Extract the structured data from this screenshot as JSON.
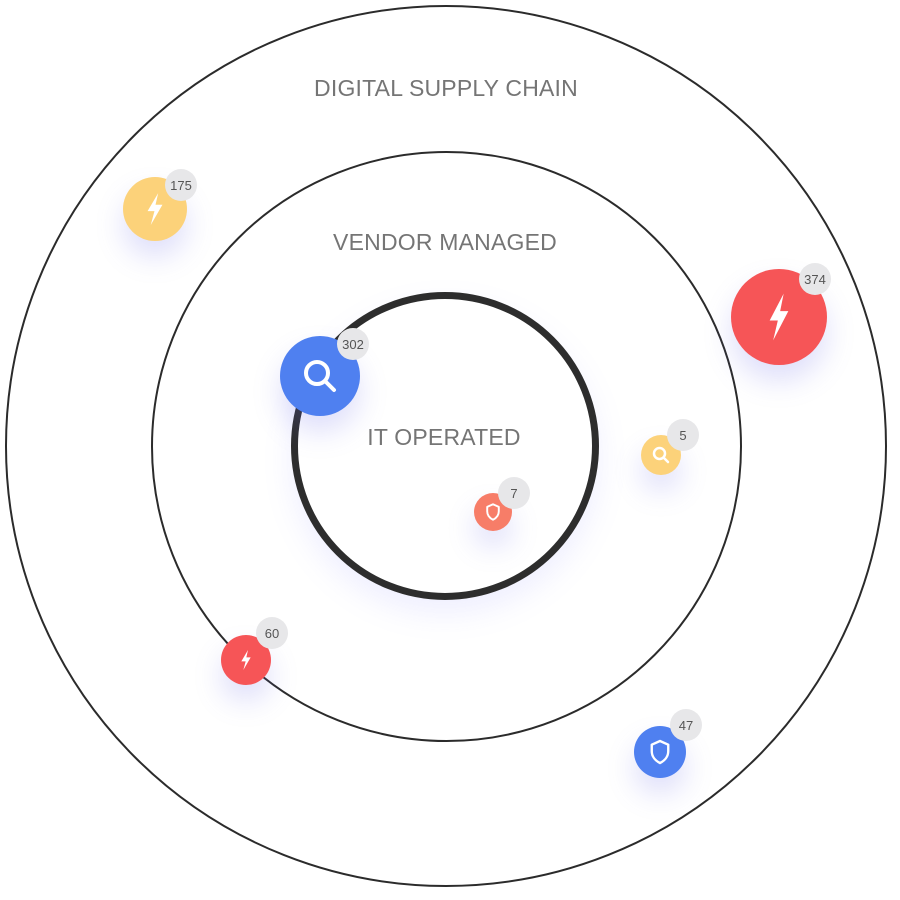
{
  "rings": {
    "outer_label": "DIGITAL SUPPLY CHAIN",
    "middle_label": "VENDOR MANAGED",
    "inner_label": "IT OPERATED"
  },
  "markers": [
    {
      "count": "175",
      "icon": "lightning-icon",
      "color": "#fcd27a"
    },
    {
      "count": "374",
      "icon": "lightning-icon",
      "color": "#f65557"
    },
    {
      "count": "302",
      "icon": "search-icon",
      "color": "#4f80f0"
    },
    {
      "count": "5",
      "icon": "search-icon",
      "color": "#fcd27a"
    },
    {
      "count": "7",
      "icon": "shield-icon",
      "color": "#f77d68"
    },
    {
      "count": "60",
      "icon": "lightning-icon",
      "color": "#f65557"
    },
    {
      "count": "47",
      "icon": "shield-icon",
      "color": "#4f80f0"
    }
  ]
}
